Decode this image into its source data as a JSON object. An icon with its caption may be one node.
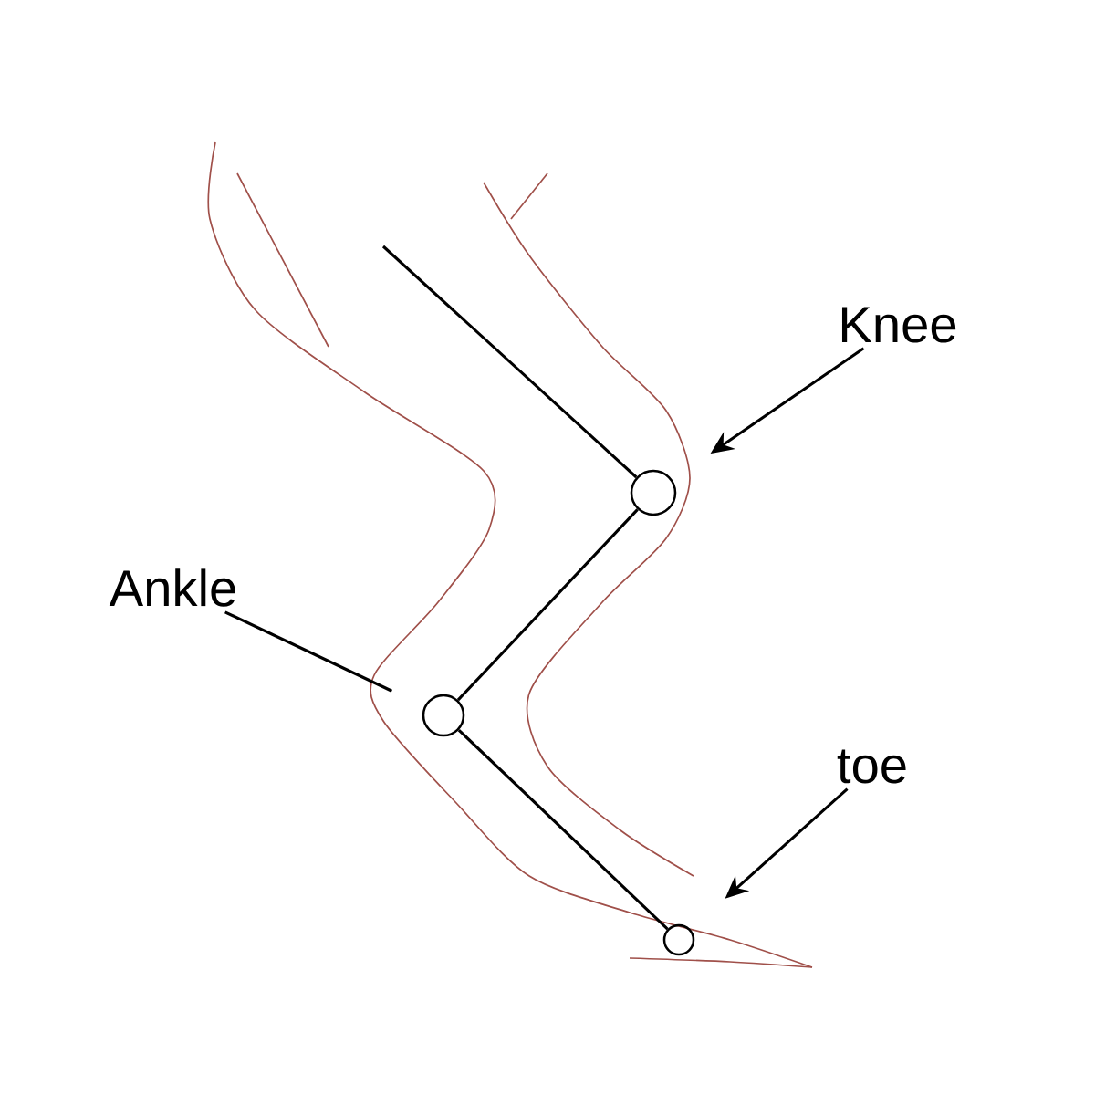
{
  "diagram": {
    "nodes": [
      {
        "text": [
          "Knee"
        ]
      },
      {
        "text": [
          "Ankle"
        ]
      },
      {
        "text": [
          "toe"
        ]
      },
      {
        "text": [],
        "shape": "circle"
      },
      {
        "text": [],
        "shape": "circle"
      },
      {
        "text": [],
        "shape": "circle"
      }
    ],
    "edges": [
      {
        "from": 0,
        "to": 3,
        "arrow": "to"
      },
      {
        "from": 1,
        "to": 4,
        "arrow": "none"
      },
      {
        "from": 2,
        "to": 5,
        "arrow": "to"
      },
      {
        "from": null,
        "to": 3,
        "arrow": "none"
      },
      {
        "from": 3,
        "to": 4,
        "arrow": "none"
      },
      {
        "from": 4,
        "to": 5,
        "arrow": "none"
      }
    ]
  }
}
